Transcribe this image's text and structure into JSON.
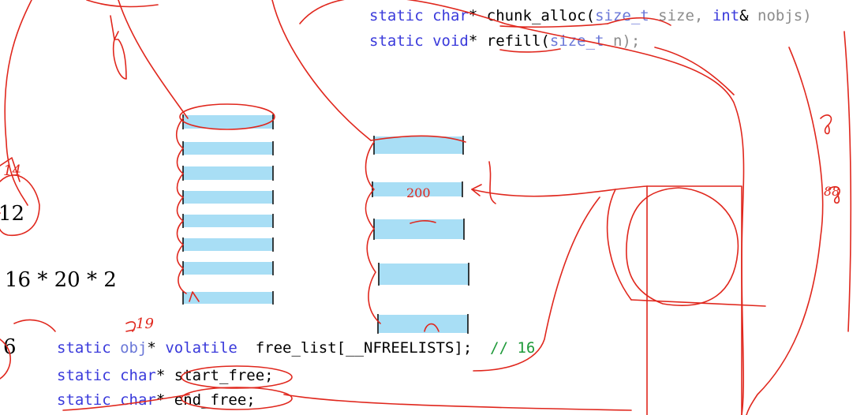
{
  "code_top": {
    "line1": {
      "kw1": "static",
      "ty1": "char",
      "star": "*",
      "fn": "chunk_alloc",
      "paren": "(",
      "ty2": "size_t",
      "arg1": "size,",
      "kw2": "int",
      "amp": "&",
      "arg2": "nobjs)"
    },
    "line2": {
      "kw1": "static",
      "ty1": "void",
      "star": "*",
      "fn": "refill",
      "paren": "(",
      "ty2": "size_t",
      "arg": "n);"
    }
  },
  "code_bottom": {
    "line1": {
      "kw": "static",
      "ty": "obj",
      "star": "*",
      "kw2": "volatile",
      "name": "free_list[__NFREELISTS];",
      "comment": "// 16"
    },
    "line2": {
      "kw": "static",
      "ty": "char",
      "star": "*",
      "name": "start_free;"
    },
    "line3": {
      "kw": "static",
      "ty": "char",
      "star": "*",
      "name": "end_free;"
    }
  },
  "left_text": {
    "a": "12",
    "b": "16 * 20 * 2",
    "c": "6"
  },
  "handwriting": {
    "h1": "14",
    "h2": "19",
    "h3": "200",
    "h4": "88"
  },
  "colors": {
    "ink_red": "#e0271d",
    "block_blue": "#a8def5",
    "keyword": "#3a3adb",
    "type": "#6b78d8",
    "comment": "#1f9a3a"
  }
}
